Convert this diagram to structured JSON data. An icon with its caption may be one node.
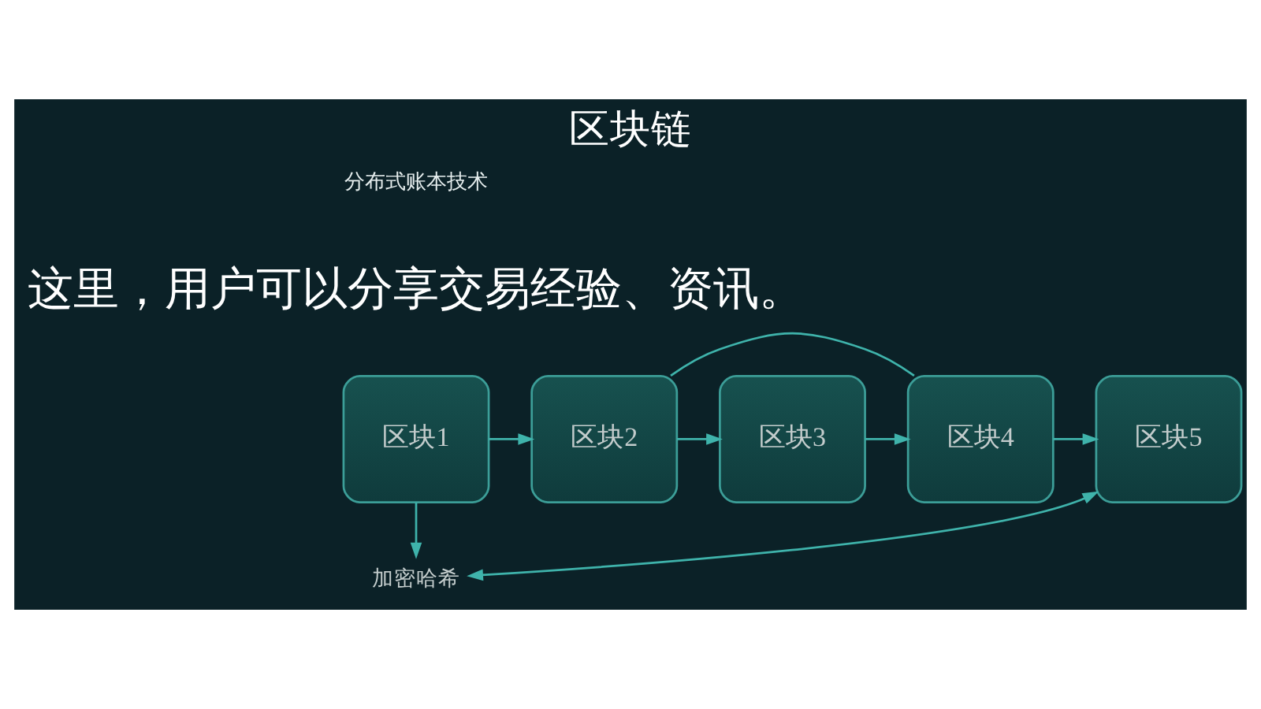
{
  "diagram": {
    "title": "区块链",
    "nodes": [
      {
        "text": [
          "区块1"
        ]
      },
      {
        "text": [
          "区块2"
        ]
      },
      {
        "text": [
          "区块3"
        ]
      },
      {
        "text": [
          "区块4"
        ]
      },
      {
        "text": [
          "区块5"
        ]
      },
      {
        "text": [
          "加密哈希"
        ]
      }
    ],
    "edges": [
      {
        "from": 0,
        "to": 1,
        "arrow": "to"
      },
      {
        "from": 1,
        "to": 2,
        "arrow": "to"
      },
      {
        "from": 2,
        "to": 3,
        "arrow": "to"
      },
      {
        "from": 3,
        "to": 4,
        "arrow": "to"
      },
      {
        "from": 1,
        "to": 3,
        "arrow": "none"
      },
      {
        "from": 0,
        "to": 5,
        "arrow": "to"
      },
      {
        "from": 5,
        "to": 4,
        "arrow": "both"
      }
    ],
    "labels": [
      "分布式账本技术",
      "这里，用户可以分享交易经验、资讯。"
    ]
  }
}
